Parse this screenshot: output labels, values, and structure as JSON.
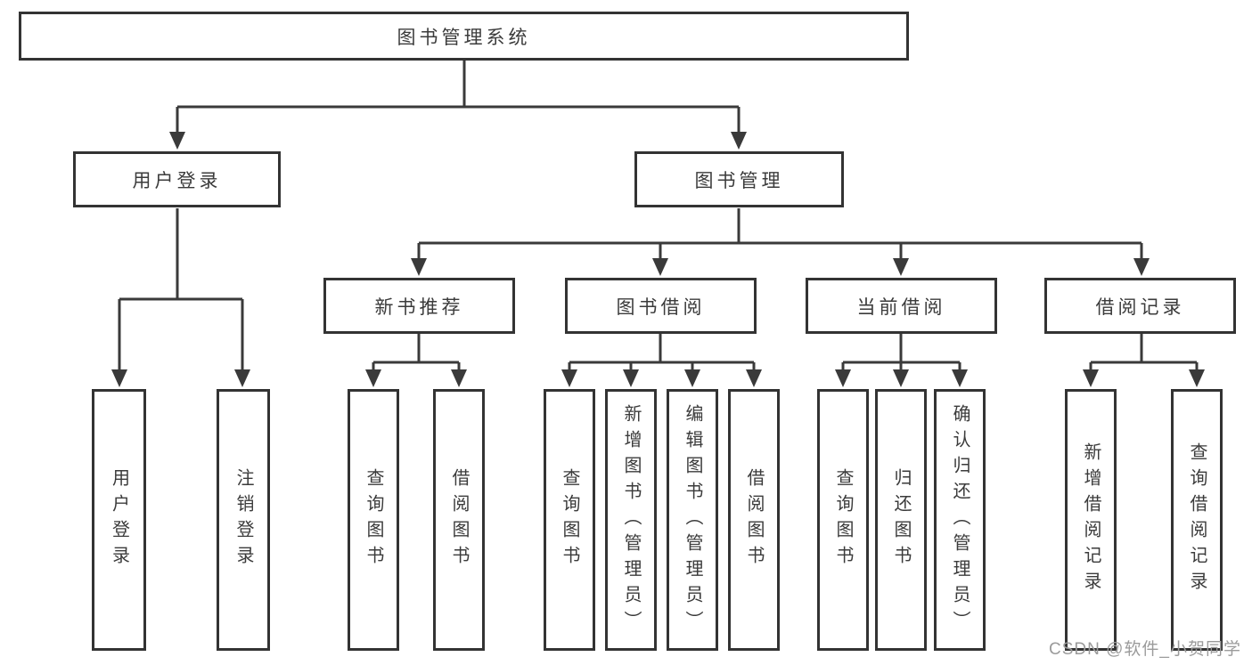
{
  "colors": {
    "line": "#3a3a3a",
    "border": "#333333",
    "text": "#3b3b3b",
    "watermark": "#9b9b9b",
    "background": "#ffffff"
  },
  "watermark": {
    "text": "CSDN @软件_小贺同学"
  },
  "diagram": {
    "root": {
      "label": "图书管理系统"
    },
    "level2": [
      {
        "label": "用户登录",
        "children": [
          {
            "label": "用户登录"
          },
          {
            "label": "注销登录"
          }
        ]
      },
      {
        "label": "图书管理",
        "groups": [
          {
            "label": "新书推荐",
            "children": [
              {
                "label": "查询图书"
              },
              {
                "label": "借阅图书"
              }
            ]
          },
          {
            "label": "图书借阅",
            "children": [
              {
                "label": "查询图书"
              },
              {
                "label": "新增图书（管理员）"
              },
              {
                "label": "编辑图书（管理员）"
              },
              {
                "label": "借阅图书"
              }
            ]
          },
          {
            "label": "当前借阅",
            "children": [
              {
                "label": "查询图书"
              },
              {
                "label": "归还图书"
              },
              {
                "label": "确认归还（管理员）"
              }
            ]
          },
          {
            "label": "借阅记录",
            "children": [
              {
                "label": "新增借阅记录"
              },
              {
                "label": "查询借阅记录"
              }
            ]
          }
        ]
      }
    ]
  }
}
